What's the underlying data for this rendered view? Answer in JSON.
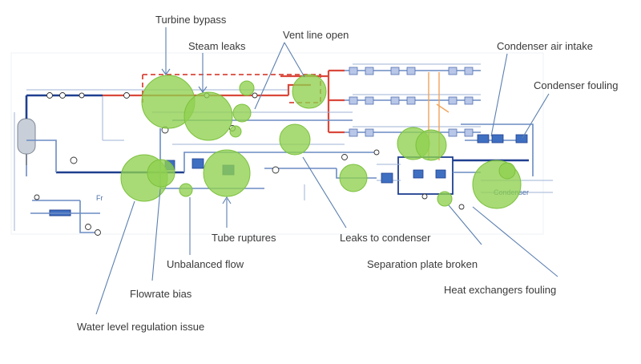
{
  "labels": {
    "turbine_bypass": "Turbine bypass",
    "steam_leaks": "Steam leaks",
    "vent_line_open": "Vent line open",
    "condenser_air_intake": "Condenser air intake",
    "condenser_fouling": "Condenser fouling",
    "tube_ruptures": "Tube ruptures",
    "leaks_to_condenser": "Leaks to condenser",
    "unbalanced_flow": "Unbalanced flow",
    "separation_plate_broken": "Separation plate broken",
    "flowrate_bias": "Flowrate bias",
    "heat_exchangers_fouling": "Heat exchangers fouling",
    "water_level_regulation_issue": "Water level regulation issue"
  },
  "diagram_text": {
    "condenser": "Condenser",
    "fr": "Fr"
  },
  "colors": {
    "hotspot": "#8fd14f",
    "steam_line": "#d9483b",
    "water_line": "#6b8cc4",
    "callout": "#5b7fb0"
  }
}
